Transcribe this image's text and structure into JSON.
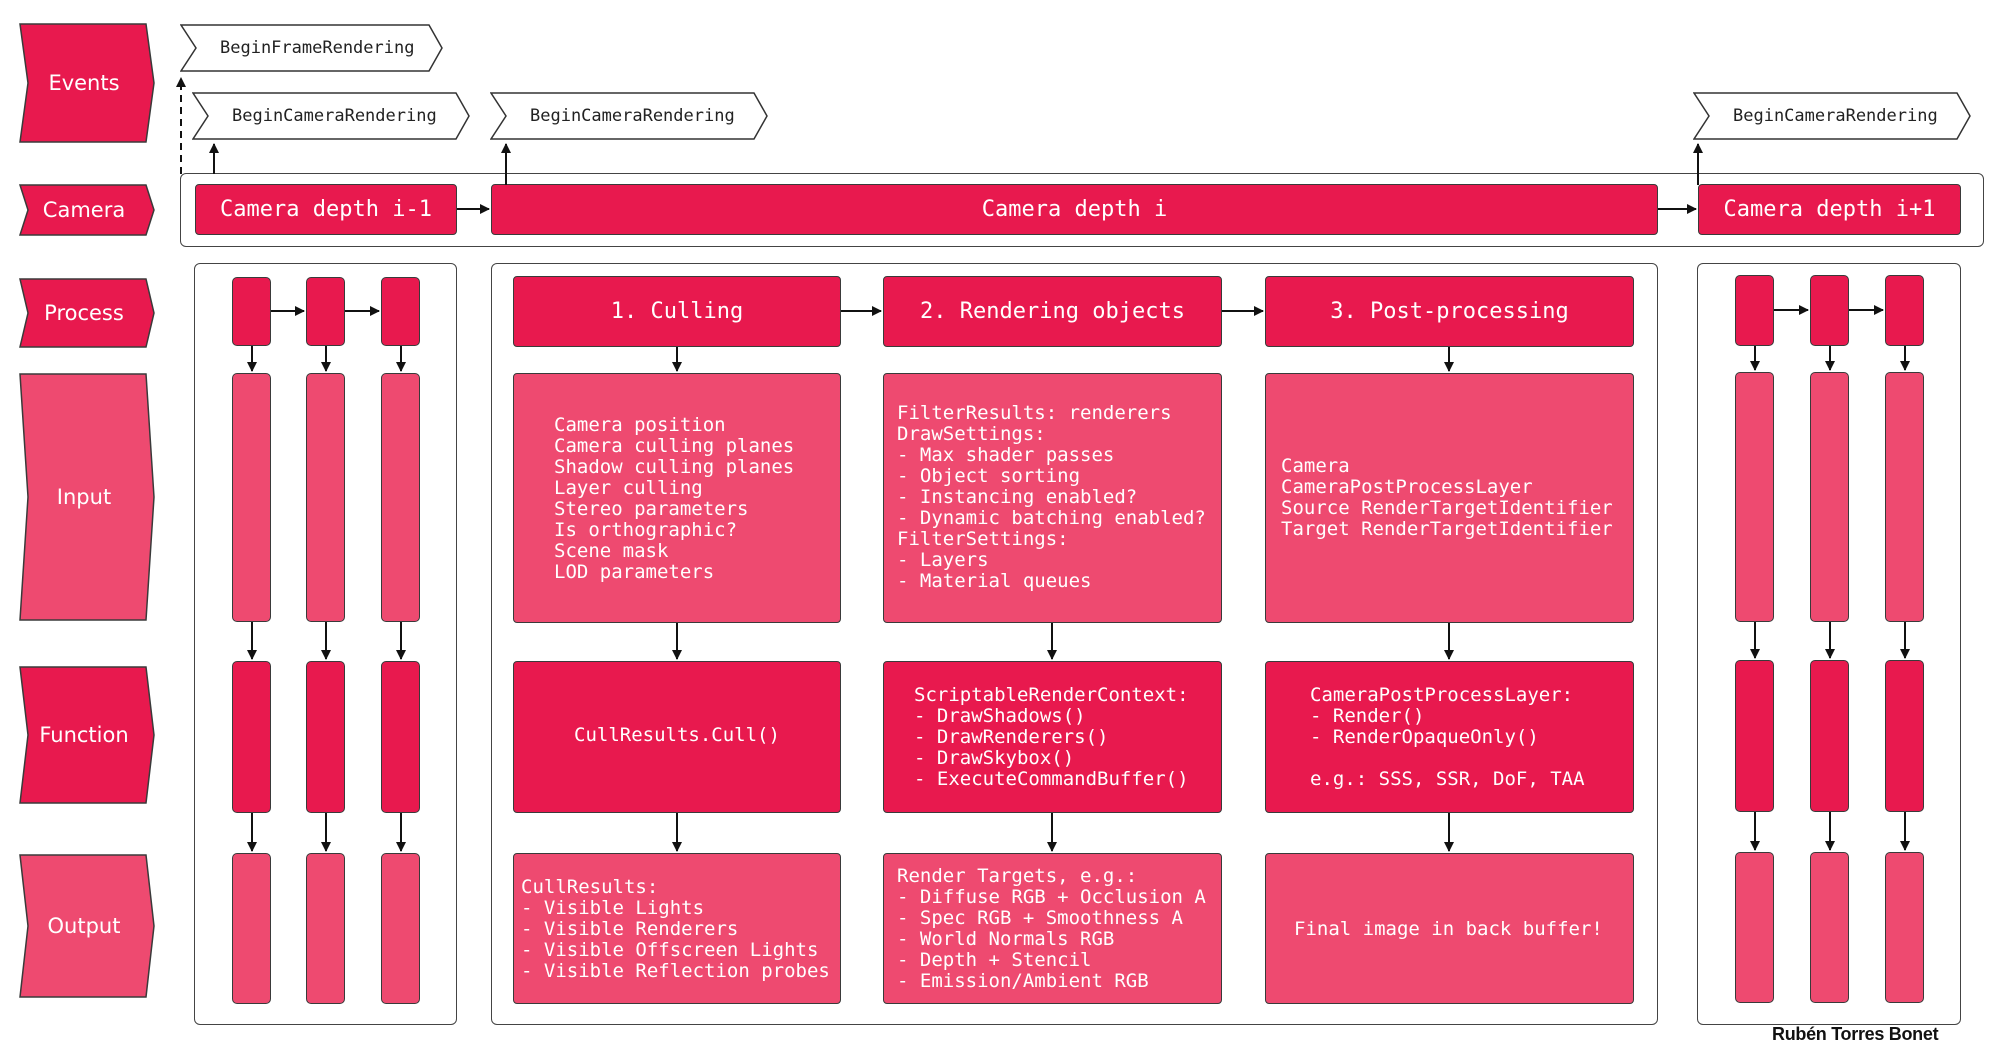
{
  "row_labels": {
    "events": "Events",
    "camera": "Camera",
    "process": "Process",
    "input": "Input",
    "function": "Function",
    "output": "Output"
  },
  "events": {
    "begin_frame": "BeginFrameRendering",
    "begin_camera_prev": "BeginCameraRendering",
    "begin_camera_current": "BeginCameraRendering",
    "begin_camera_next": "BeginCameraRendering"
  },
  "cameras": {
    "prev": "Camera depth i-1",
    "current": "Camera depth i",
    "next": "Camera depth i+1"
  },
  "processes": {
    "culling": "1. Culling",
    "rendering": "2. Rendering objects",
    "post": "3. Post-processing"
  },
  "inputs": {
    "culling": [
      "Camera position",
      "Camera culling planes",
      "Shadow culling planes",
      "Layer culling",
      "Stereo parameters",
      "Is orthographic?",
      "Scene mask",
      "LOD parameters"
    ],
    "rendering": [
      "FilterResults: renderers",
      "DrawSettings:",
      "- Max shader passes",
      "- Object sorting",
      "- Instancing enabled?",
      "- Dynamic batching enabled?",
      "FilterSettings:",
      "- Layers",
      "- Material queues"
    ],
    "post": [
      "Camera",
      "CameraPostProcessLayer",
      "Source RenderTargetIdentifier",
      "Target RenderTargetIdentifier"
    ]
  },
  "functions": {
    "culling": [
      "CullResults.Cull()"
    ],
    "rendering": [
      "ScriptableRenderContext:",
      "- DrawShadows()",
      "- DrawRenderers()",
      "- DrawSkybox()",
      "- ExecuteCommandBuffer()"
    ],
    "post": [
      "CameraPostProcessLayer:",
      "- Render()",
      "- RenderOpaqueOnly()",
      "",
      "e.g.: SSS, SSR, DoF, TAA"
    ]
  },
  "outputs": {
    "culling": [
      "CullResults:",
      "- Visible Lights",
      "- Visible Renderers",
      "- Visible Offscreen Lights",
      "- Visible Reflection probes"
    ],
    "rendering": [
      "Render Targets, e.g.:",
      "- Diffuse RGB + Occlusion A",
      "- Spec RGB + Smoothness A",
      "- World Normals RGB",
      "- Depth + Stencil",
      "- Emission/Ambient RGB"
    ],
    "post": [
      "Final image in back buffer!"
    ]
  },
  "credit": "Rubén Torres Bonet",
  "colors": {
    "primary": "#e8194e",
    "secondary": "#ee4a70",
    "outline": "#3a3a3a"
  }
}
